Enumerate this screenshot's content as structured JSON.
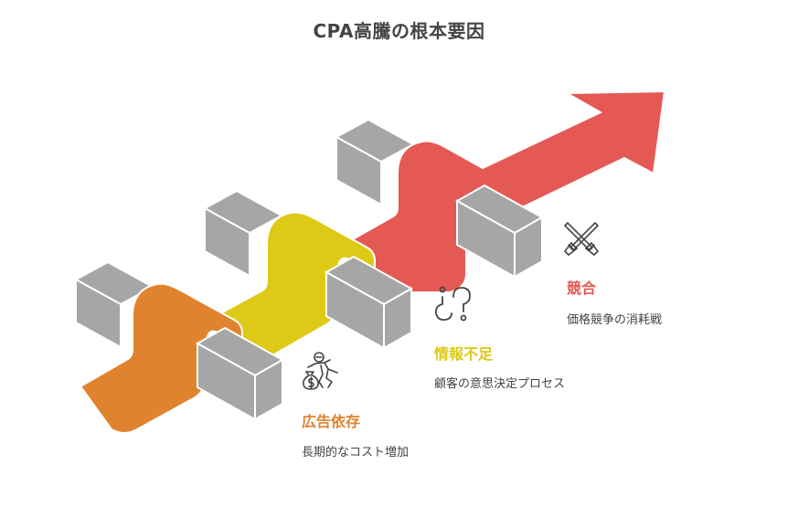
{
  "title": "CPA高騰の根本要因",
  "colors": {
    "orange": "#E0832F",
    "yellow": "#DDCA16",
    "red": "#E45954",
    "bar_gray": "#A6A6A6",
    "text": "#444444"
  },
  "items": [
    {
      "label": "競合",
      "description": "価格競争の消耗戦",
      "icon": "crossed-swords-icon",
      "color": "#E45954"
    },
    {
      "label": "情報不足",
      "description": "顧客の意思決定プロセス",
      "icon": "question-marks-icon",
      "color": "#DDCA16"
    },
    {
      "label": "広告依存",
      "description": "長期的なコスト増加",
      "icon": "money-chase-icon",
      "color": "#E0832F"
    }
  ]
}
